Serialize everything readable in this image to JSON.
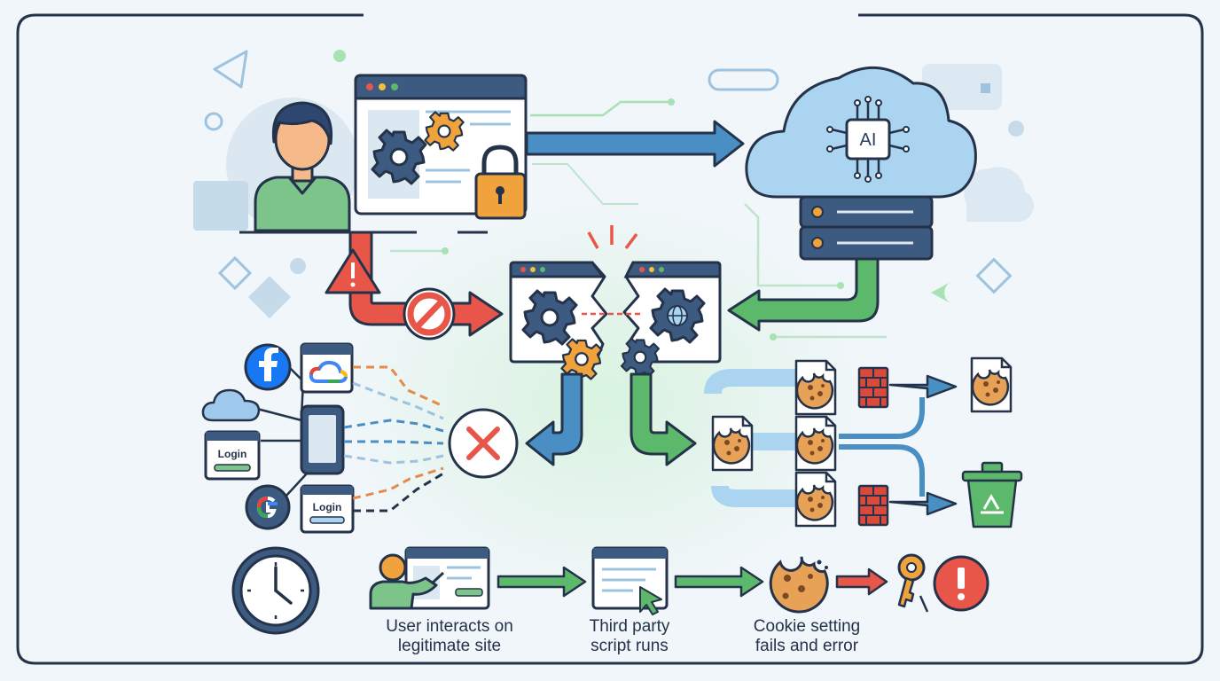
{
  "cloud": {
    "label": "AI"
  },
  "sources": {
    "login_label": "Login"
  },
  "steps": [
    {
      "line1": "User interacts on",
      "line2": "legitimate site"
    },
    {
      "line1": "Third party",
      "line2": "script runs"
    },
    {
      "line1": "Cookie setting",
      "line2": "fails and error"
    }
  ],
  "colors": {
    "stroke": "#24334a",
    "blue_arrow": "#4a8fc4",
    "green_arrow": "#5cb86a",
    "red_arrow": "#e8564a",
    "orange": "#f0a23c",
    "cloud": "#aad4f0",
    "server": "#3d5a80",
    "cookie": "#e8a258",
    "firewall": "#d94a3c",
    "person_shirt": "#7cc48a",
    "skin": "#f5b98a"
  }
}
